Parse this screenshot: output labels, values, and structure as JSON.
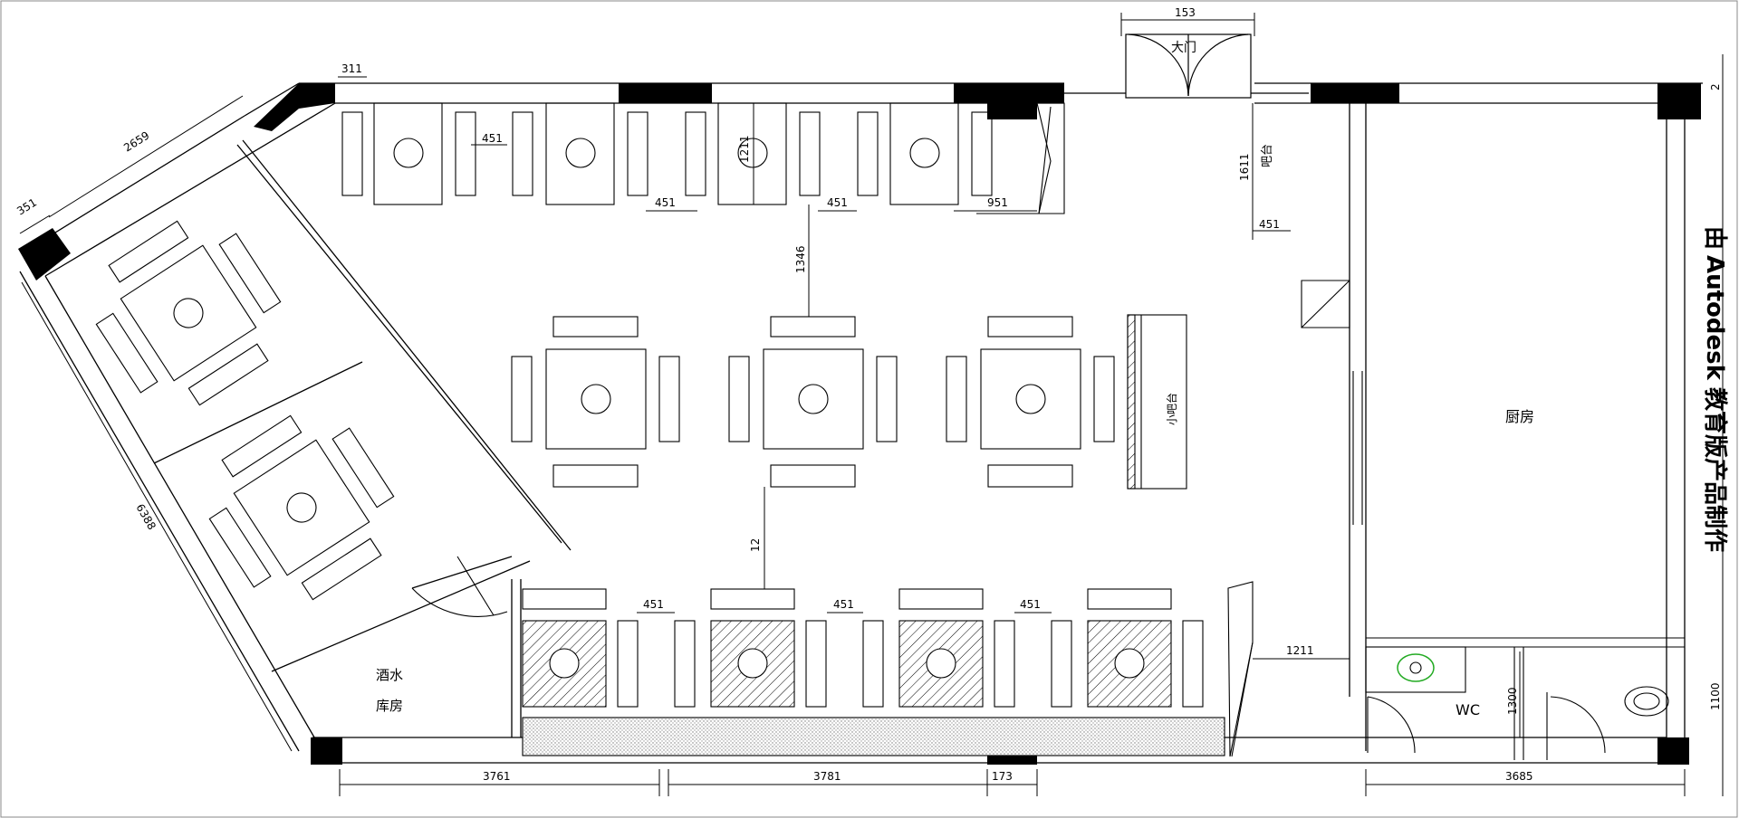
{
  "labels": {
    "main_door": "大门",
    "kitchen": "厨房",
    "wc": "WC",
    "wine_storage_1": "酒水",
    "wine_storage_2": "库房",
    "counter": "吧台",
    "small_bar": "小吧台"
  },
  "dimensions": {
    "d_153": "153",
    "d_311": "311",
    "d_2659": "2659",
    "d_351": "351",
    "d_6388": "6388",
    "d_451_a": "451",
    "d_451_b": "451",
    "d_451_c": "451",
    "d_1211": "1211",
    "d_951": "951",
    "d_1611": "1611",
    "d_451_d": "451",
    "d_1346": "1346",
    "d_12_a": "12",
    "d_451_e": "451",
    "d_451_f": "451",
    "d_451_g": "451",
    "d_1211_b": "1211",
    "d_1300": "1300",
    "d_1100": "1100",
    "d_2_top": "2",
    "d_3761": "3761",
    "d_3781": "3781",
    "d_173": "173",
    "d_3685": "3685"
  },
  "watermark": {
    "prefix": "由",
    "brand": "Autodesk",
    "suffix": "教育版产品制作"
  }
}
